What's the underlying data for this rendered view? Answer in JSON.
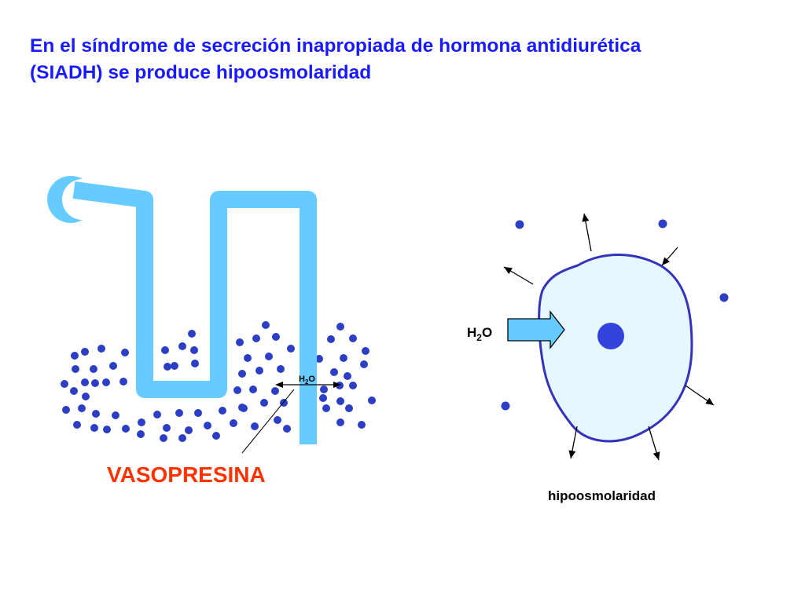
{
  "title": {
    "line1": "En el síndrome de secreción inapropiada de hormona antidiurética",
    "line2": "(SIADH) se produce hipoosmolaridad"
  },
  "tubule": {
    "water_symbol": "H",
    "water_subscript": "2",
    "water_suffix": "O",
    "hormone_label": "VASOPRESINA"
  },
  "cell": {
    "water_symbol": "H",
    "water_subscript": "2",
    "water_suffix": "O",
    "state_label": "hipoosmolaridad"
  },
  "colors": {
    "title": "#1a1aff",
    "tubule": "#66ccff",
    "particle": "#2c3ec4",
    "hormone_label": "#ff3300",
    "cell_fill": "#e6f7ff",
    "cell_outline": "#3333bb",
    "cell_nucleus": "#3344dd",
    "water_arrow": "#66ccff"
  }
}
